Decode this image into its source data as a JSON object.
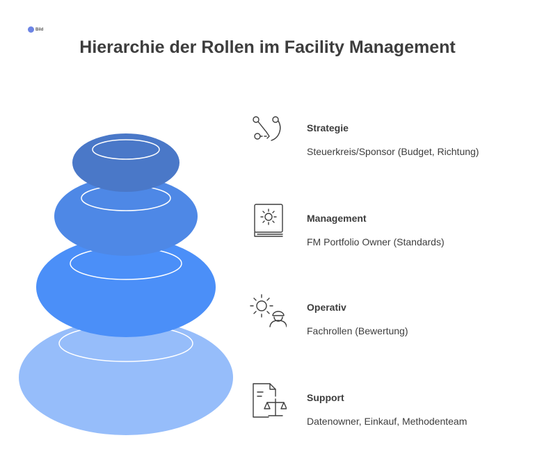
{
  "brand": {
    "logo_text": "Bild"
  },
  "title": "Hierarchie der Rollen im Facility Management",
  "levels": [
    {
      "heading": "Strategie",
      "description": "Steuerkreis/Sponsor (Budget, Richtung)",
      "icon": "route-icon",
      "color": "#4a78c8"
    },
    {
      "heading": "Management",
      "description": "FM Portfolio Owner (Standards)",
      "icon": "gear-book-icon",
      "color": "#4e88e6"
    },
    {
      "heading": "Operativ",
      "description": "Fachrollen (Bewertung)",
      "icon": "gear-worker-icon",
      "color": "#4b8ff8"
    },
    {
      "heading": "Support",
      "description": "Datenowner, Einkauf, Methodenteam",
      "icon": "document-scale-icon",
      "color": "#96bdfa"
    }
  ]
}
